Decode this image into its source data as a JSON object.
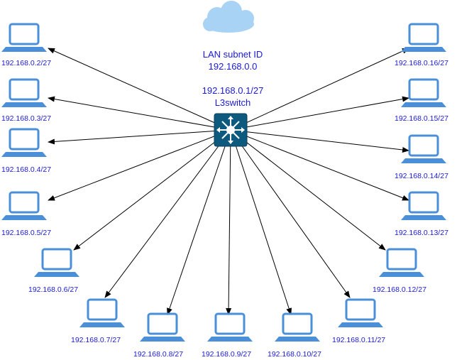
{
  "subnet": {
    "label": "LAN subnet ID",
    "id": "192.168.0.0"
  },
  "switch": {
    "ip": "192.168.0.1/27",
    "name": "L3switch"
  },
  "hosts": [
    {
      "ip": "192.168.0.2/27"
    },
    {
      "ip": "192.168.0.3/27"
    },
    {
      "ip": "192.168.0.4/27"
    },
    {
      "ip": "192.168.0.5/27"
    },
    {
      "ip": "192.168.0.6/27"
    },
    {
      "ip": "192.168.0.7/27"
    },
    {
      "ip": "192.168.0.8/27"
    },
    {
      "ip": "192.168.0.9/27"
    },
    {
      "ip": "192.168.0.10/27"
    },
    {
      "ip": "192.168.0.11/27"
    },
    {
      "ip": "192.168.0.12/27"
    },
    {
      "ip": "192.168.0.13/27"
    },
    {
      "ip": "192.168.0.14/27"
    },
    {
      "ip": "192.168.0.15/27"
    },
    {
      "ip": "192.168.0.16/27"
    }
  ],
  "colors": {
    "device": "#4a8fd8",
    "switch": "#0e5a7e",
    "text": "#1a1ad8",
    "cloud": "#a9d3f5"
  }
}
